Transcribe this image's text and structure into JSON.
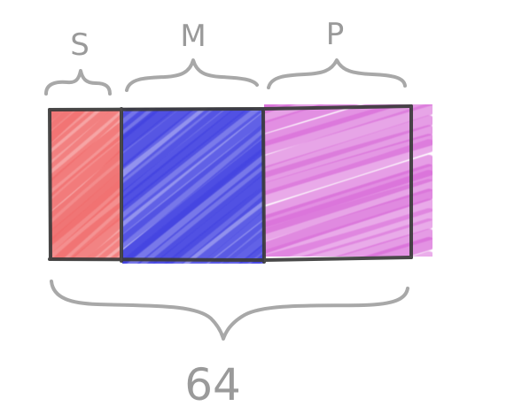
{
  "segments": [
    {
      "id": "s",
      "label": "S",
      "color": "#f06a6a"
    },
    {
      "id": "m",
      "label": "M",
      "color": "#4040e0"
    },
    {
      "id": "p",
      "label": "P",
      "color": "#d86ad8"
    }
  ],
  "total": {
    "label": "64"
  },
  "colors": {
    "outline": "#3a3a3a",
    "brace": "#a8a8a8"
  }
}
